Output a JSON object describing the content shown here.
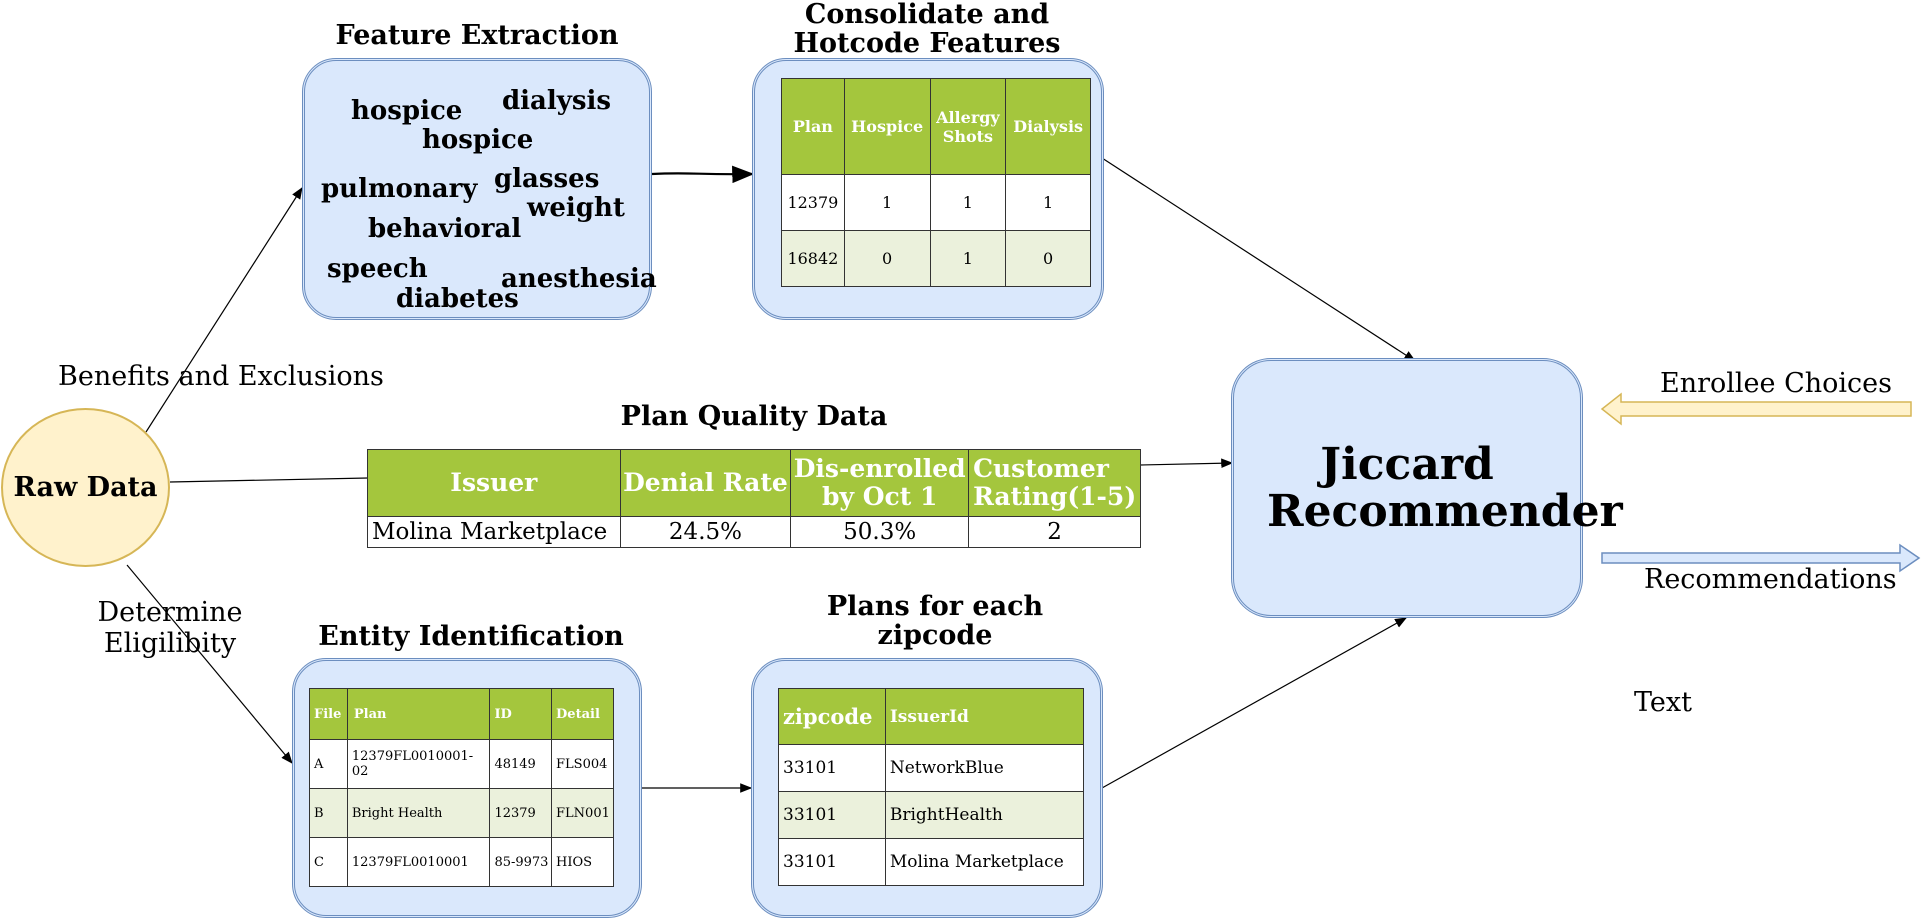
{
  "raw_data": {
    "label": "Raw Data"
  },
  "edge_labels": {
    "benefits": "Benefits and Exclusions",
    "eligibility": "Determine Eligilibity",
    "enrollee": "Enrollee Choices",
    "recommendations": "Recommendations",
    "text": "Text"
  },
  "feature_extraction": {
    "title": "Feature Extraction",
    "words": [
      "hospice",
      "dialysis",
      "hospice",
      "pulmonary",
      "glasses",
      "behavioral",
      "weight",
      "speech",
      "anesthesia",
      "diabetes"
    ]
  },
  "consolidate": {
    "title": "Consolidate and Hotcode Features",
    "headers": [
      "Plan",
      "Hospice",
      "Allergy Shots",
      "Dialysis"
    ],
    "rows": [
      [
        "12379",
        "1",
        "1",
        "1"
      ],
      [
        "16842",
        "0",
        "1",
        "0"
      ]
    ]
  },
  "quality": {
    "title": "Plan Quality Data",
    "headers": [
      "Issuer",
      "Denial Rate",
      "Dis-enrolled by Oct 1",
      "Customer Rating(1-5)"
    ],
    "rows": [
      [
        "Molina Marketplace",
        "24.5%",
        "50.3%",
        "2"
      ]
    ]
  },
  "entity": {
    "title": "Entity Identification",
    "headers": [
      "File",
      "Plan",
      "ID",
      "Detail"
    ],
    "rows": [
      [
        "A",
        "12379FL0010001-02",
        "48149",
        "FLS004"
      ],
      [
        "B",
        "Bright Health",
        "12379",
        "FLN001"
      ],
      [
        "C",
        "12379FL0010001",
        "85-9973",
        "HIOS"
      ]
    ]
  },
  "zipcode": {
    "title": "Plans for each zipcode",
    "headers": [
      "zipcode",
      "IssuerId"
    ],
    "rows": [
      [
        "33101",
        "NetworkBlue"
      ],
      [
        "33101",
        "BrightHealth"
      ],
      [
        "33101",
        "Molina Marketplace"
      ]
    ]
  },
  "recommender": {
    "label": "Jiccard Recommender"
  },
  "colors": {
    "panel_fill": "#dae8fc",
    "panel_stroke": "#6c8ebf",
    "table_header": "#a4c63d",
    "table_alt_row": "#ebf1dc",
    "raw_fill": "#fff2cc",
    "raw_stroke": "#d6b656",
    "enrollee_arrow_fill": "#fff2cc",
    "enrollee_arrow_stroke": "#d6b656"
  }
}
